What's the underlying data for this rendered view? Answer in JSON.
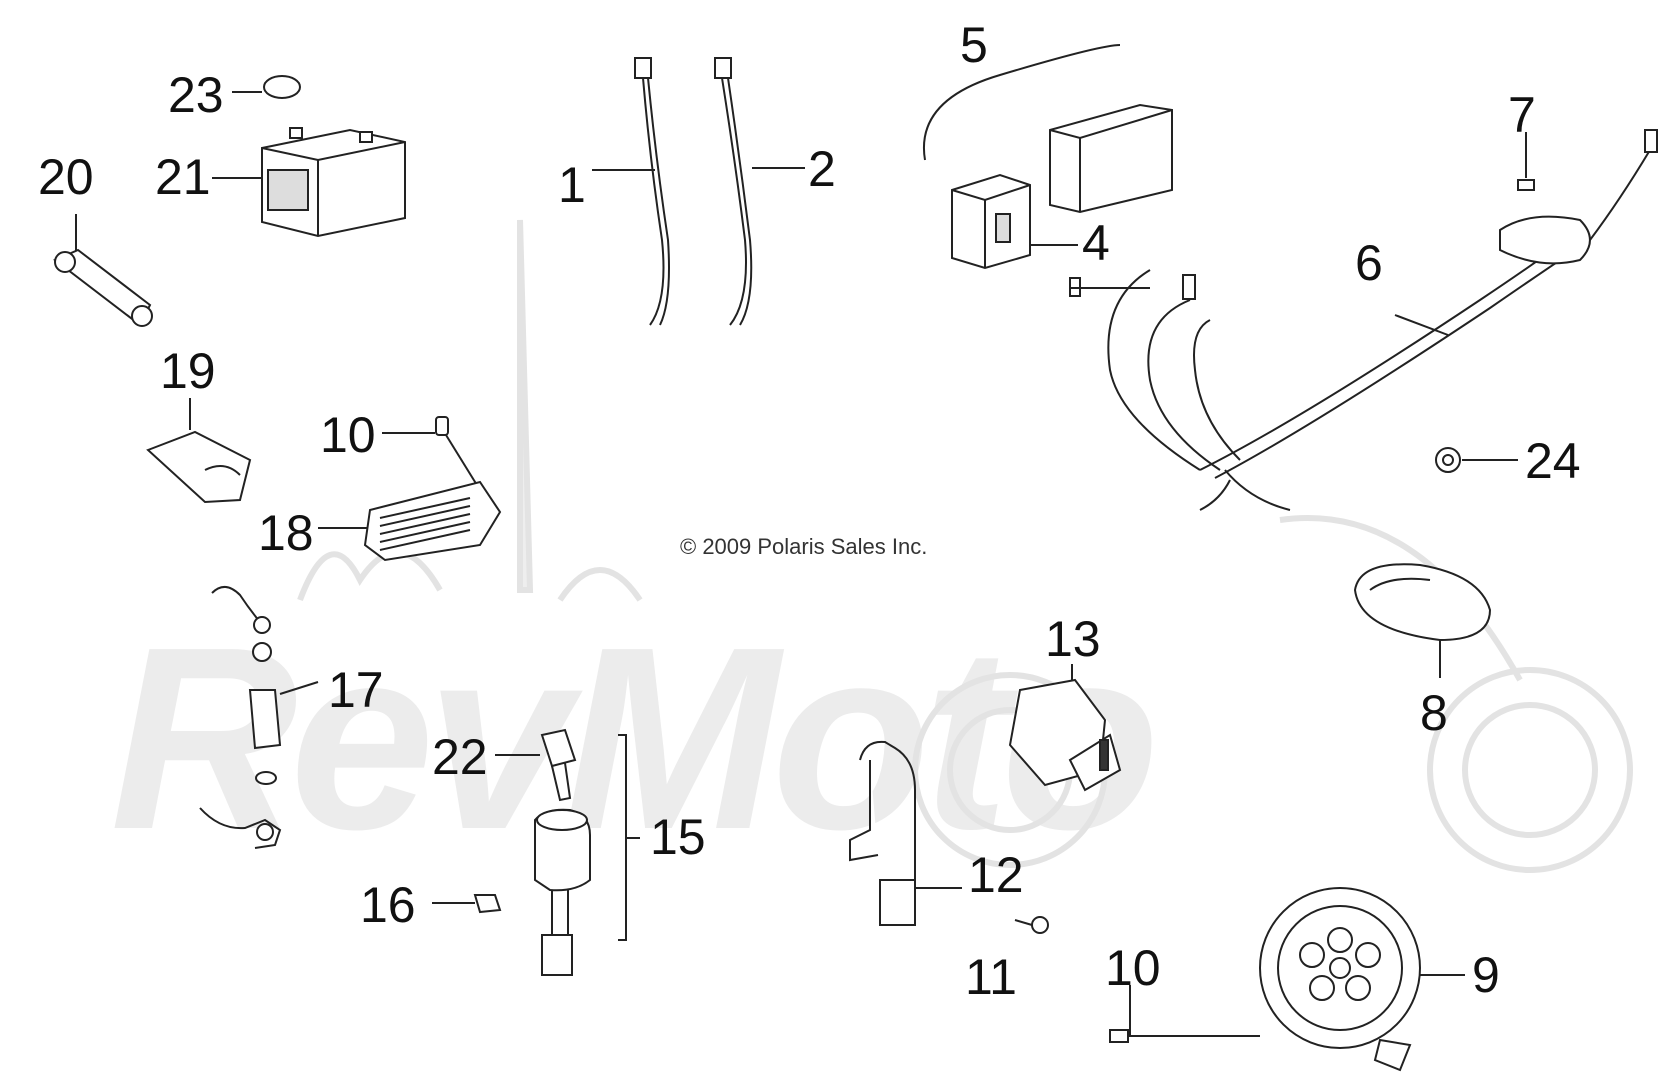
{
  "diagram": {
    "copyright": "© 2009 Polaris Sales Inc.",
    "watermark": "RevMoto",
    "parts": [
      {
        "id": "p1",
        "label": "1"
      },
      {
        "id": "p2",
        "label": "2"
      },
      {
        "id": "p4",
        "label": "4"
      },
      {
        "id": "p5",
        "label": "5"
      },
      {
        "id": "p6",
        "label": "6"
      },
      {
        "id": "p7",
        "label": "7"
      },
      {
        "id": "p8",
        "label": "8"
      },
      {
        "id": "p9",
        "label": "9"
      },
      {
        "id": "p10a",
        "label": "10"
      },
      {
        "id": "p10b",
        "label": "10"
      },
      {
        "id": "p11",
        "label": "11"
      },
      {
        "id": "p12",
        "label": "12"
      },
      {
        "id": "p13",
        "label": "13"
      },
      {
        "id": "p15",
        "label": "15"
      },
      {
        "id": "p16",
        "label": "16"
      },
      {
        "id": "p17",
        "label": "17"
      },
      {
        "id": "p18",
        "label": "18"
      },
      {
        "id": "p19",
        "label": "19"
      },
      {
        "id": "p20",
        "label": "20"
      },
      {
        "id": "p21",
        "label": "21"
      },
      {
        "id": "p22",
        "label": "22"
      },
      {
        "id": "p23",
        "label": "23"
      },
      {
        "id": "p24",
        "label": "24"
      }
    ]
  }
}
